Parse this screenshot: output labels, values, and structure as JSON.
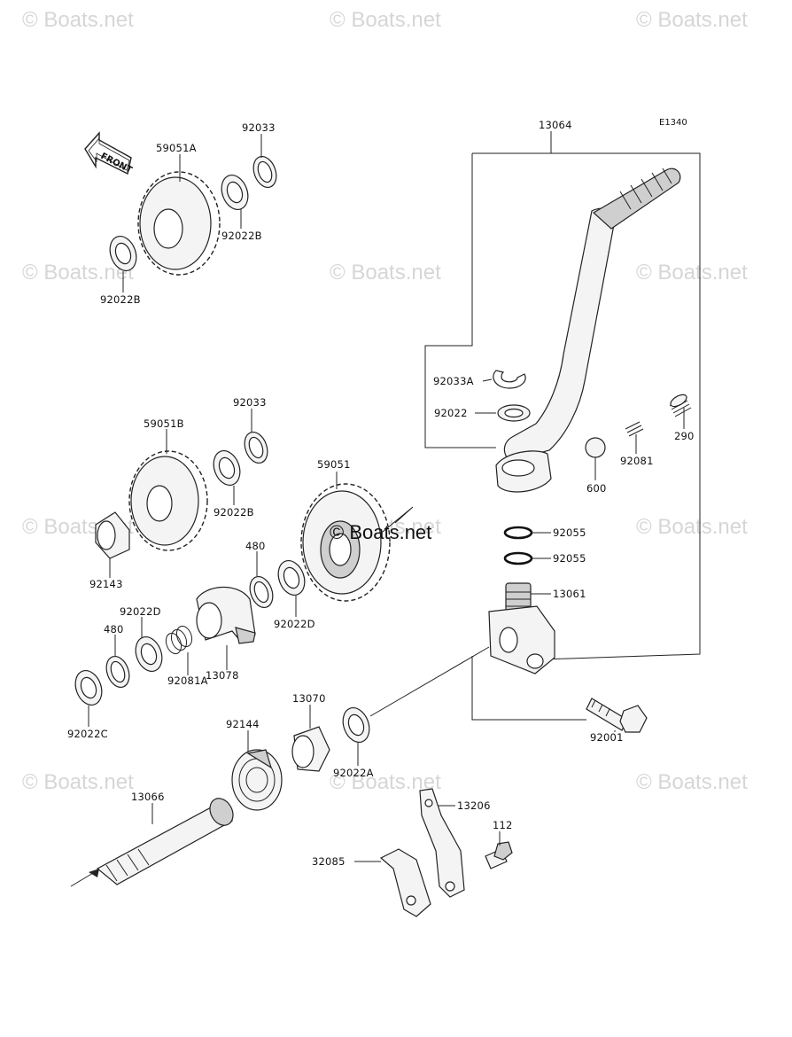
{
  "diagram_code": "E1340",
  "front_label": "FRONT",
  "watermarks": [
    "© Boats.net",
    "© Boats.net",
    "© Boats.net",
    "© Boats.net",
    "© Boats.net",
    "© Boats.net",
    "© Boats.net",
    "© Boats.net",
    "© Boats.net",
    "© Boats.net",
    "© Boats.net",
    "© Boats.net"
  ],
  "center_watermark": "© Boats.net",
  "labels": {
    "p13064": "13064",
    "p59051A": "59051A",
    "p92033_top": "92033",
    "p92022B_r": "92022B",
    "p92022B_l": "92022B",
    "p92033A": "92033A",
    "p92022": "92022",
    "p290": "290",
    "p92081": "92081",
    "p600": "600",
    "p92033_mid": "92033",
    "p59051B": "59051B",
    "p92022B_mid": "92022B",
    "p59051": "59051",
    "p92143": "92143",
    "p480_r": "480",
    "p92022D_r": "92022D",
    "p92022D_l": "92022D",
    "p480_l": "480",
    "p92081A": "92081A",
    "p13078": "13078",
    "p92055_a": "92055",
    "p92055_b": "92055",
    "p13061": "13061",
    "p92022C": "92022C",
    "p13070": "13070",
    "p92144": "92144",
    "p92022A": "92022A",
    "p92001": "92001",
    "p13066": "13066",
    "p13206": "13206",
    "p112": "112",
    "p32085": "32085"
  }
}
